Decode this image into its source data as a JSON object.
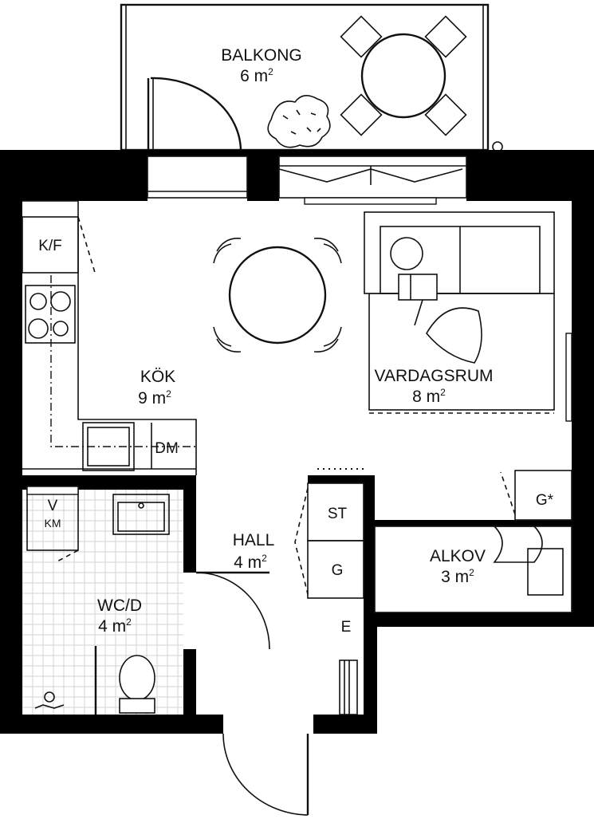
{
  "rooms": {
    "balcony": {
      "name": "BALKONG",
      "area": "6 m",
      "unit_sup": "2"
    },
    "kitchen": {
      "name": "KÖK",
      "area": "9 m",
      "unit_sup": "2"
    },
    "living": {
      "name": "VARDAGSRUM",
      "area": "8 m",
      "unit_sup": "2"
    },
    "hall": {
      "name": "HALL",
      "area": "4 m",
      "unit_sup": "2"
    },
    "alcove": {
      "name": "ALKOV",
      "area": "3 m",
      "unit_sup": "2"
    },
    "bathroom": {
      "name": "WC/D",
      "area": "4 m",
      "unit_sup": "2"
    }
  },
  "fixtures": {
    "fridge_freezer": "K/F",
    "dishwasher": "DM",
    "wardrobe_st": "ST",
    "wardrobe_g": "G",
    "wardrobe_g_star": "G*",
    "electrical": "E",
    "washer": "V",
    "washer_km": "KM"
  }
}
